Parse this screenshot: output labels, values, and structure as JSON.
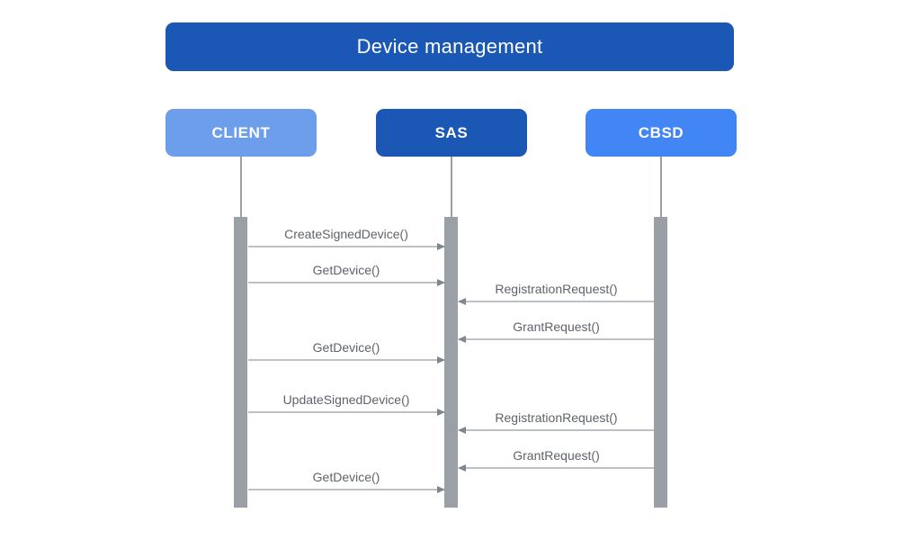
{
  "title": "Device management",
  "actors": [
    {
      "id": "client",
      "label": "CLIENT",
      "color": "#6d9eeb"
    },
    {
      "id": "sas",
      "label": "SAS",
      "color": "#1b57b5"
    },
    {
      "id": "cbsd",
      "label": "CBSD",
      "color": "#4285f4"
    }
  ],
  "messages": [
    {
      "label": "CreateSignedDevice()",
      "from": "CLIENT",
      "to": "SAS",
      "direction": "right"
    },
    {
      "label": "GetDevice()",
      "from": "CLIENT",
      "to": "SAS",
      "direction": "right"
    },
    {
      "label": "RegistrationRequest()",
      "from": "CBSD",
      "to": "SAS",
      "direction": "left"
    },
    {
      "label": "GrantRequest()",
      "from": "CBSD",
      "to": "SAS",
      "direction": "left"
    },
    {
      "label": "GetDevice()",
      "from": "CLIENT",
      "to": "SAS",
      "direction": "right"
    },
    {
      "label": "UpdateSignedDevice()",
      "from": "CLIENT",
      "to": "SAS",
      "direction": "right"
    },
    {
      "label": "RegistrationRequest()",
      "from": "CBSD",
      "to": "SAS",
      "direction": "left"
    },
    {
      "label": "GrantRequest()",
      "from": "CBSD",
      "to": "SAS",
      "direction": "left"
    },
    {
      "label": "GetDevice()",
      "from": "CLIENT",
      "to": "SAS",
      "direction": "right"
    }
  ],
  "colors": {
    "title_bg": "#1b57b5",
    "title_text": "#ffffff",
    "actor_text": "#ffffff",
    "activation_bar": "#9aa0a6",
    "lifeline": "#9aa0a6",
    "arrow_line": "#bdc1c6",
    "arrow_head": "#80868b",
    "message_text": "#5f6368",
    "background": "#ffffff"
  }
}
